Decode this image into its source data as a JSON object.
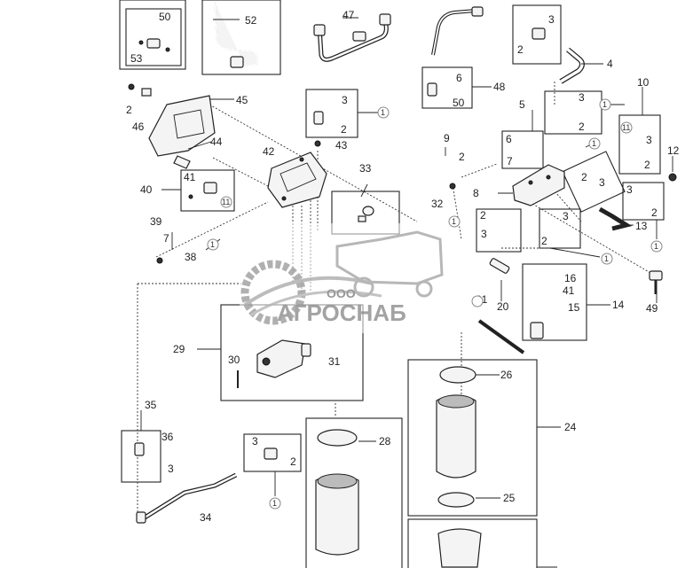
{
  "callouts": {
    "c1": "1",
    "c2": "2",
    "c3": "3",
    "c4": "4",
    "c5": "5",
    "c6": "6",
    "c7": "7",
    "c8": "8",
    "c9": "9",
    "c10": "10",
    "c11": "11",
    "c12": "12",
    "c13": "13",
    "c14": "14",
    "c15": "15",
    "c16": "16",
    "c20": "20",
    "c21": "21",
    "c24": "24",
    "c25": "25",
    "c26": "26",
    "c28": "28",
    "c29": "29",
    "c30": "30",
    "c31": "31",
    "c32": "32",
    "c33": "33",
    "c34": "34",
    "c35": "35",
    "c36": "36",
    "c38": "38",
    "c39": "39",
    "c40": "40",
    "c41": "41",
    "c42": "42",
    "c43": "43",
    "c44": "44",
    "c45": "45",
    "c46": "46",
    "c47": "47",
    "c48": "48",
    "c49": "49",
    "c50": "50",
    "c52": "52",
    "c53": "53"
  },
  "watermark": {
    "prefix": "ООО",
    "brand": "АГРОСНАБ"
  }
}
